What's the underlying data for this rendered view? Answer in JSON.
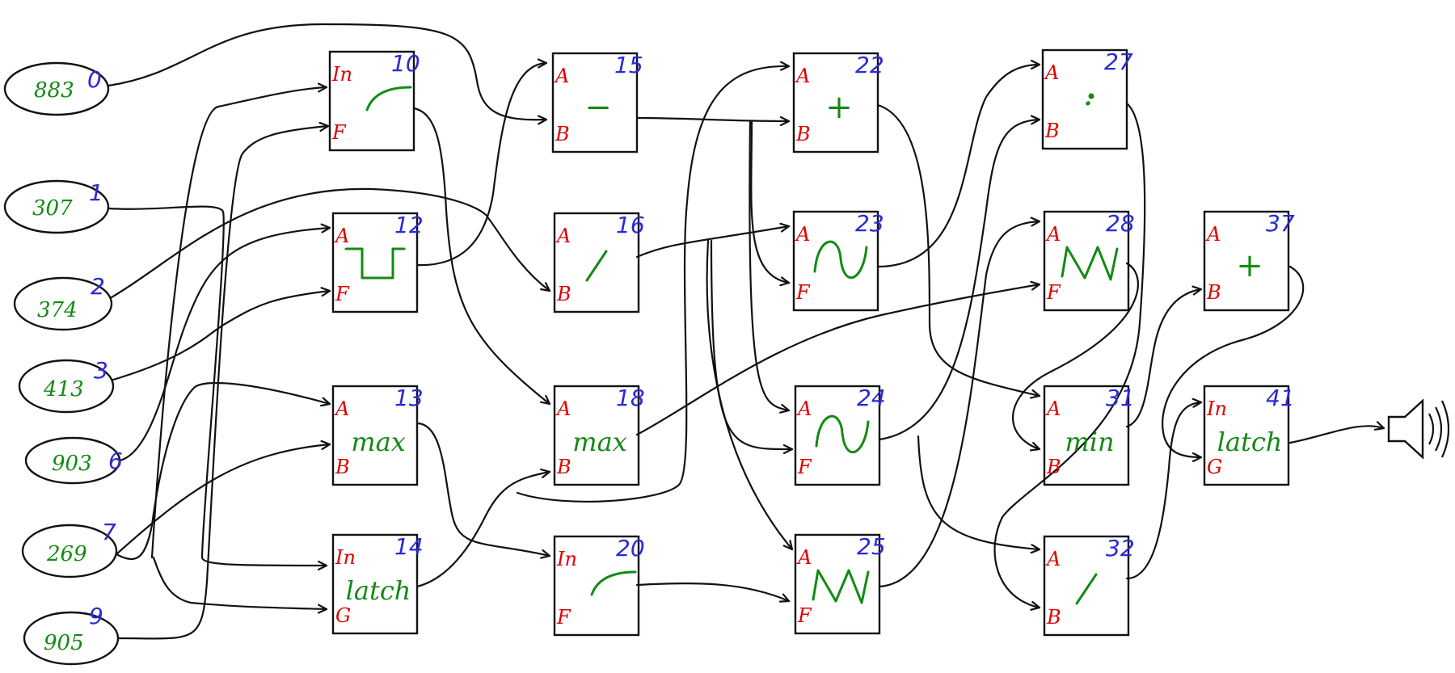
{
  "inputs": [
    {
      "value": "883",
      "id": "0"
    },
    {
      "value": "307",
      "id": "1"
    },
    {
      "value": "374",
      "id": "2"
    },
    {
      "value": "413",
      "id": "3"
    },
    {
      "value": "903",
      "id": "6"
    },
    {
      "value": "269",
      "id": "7"
    },
    {
      "value": "905",
      "id": "9"
    }
  ],
  "nodes": [
    {
      "id": "10",
      "ports": [
        "In",
        "F"
      ],
      "op": "",
      "glyph": "ramp"
    },
    {
      "id": "12",
      "ports": [
        "A",
        "F"
      ],
      "op": "",
      "glyph": "square"
    },
    {
      "id": "13",
      "ports": [
        "A",
        "B"
      ],
      "op": "max",
      "glyph": ""
    },
    {
      "id": "14",
      "ports": [
        "In",
        "G"
      ],
      "op": "latch",
      "glyph": ""
    },
    {
      "id": "15",
      "ports": [
        "A",
        "B"
      ],
      "op": "−",
      "glyph": ""
    },
    {
      "id": "16",
      "ports": [
        "A",
        "B"
      ],
      "op": "",
      "glyph": "slash"
    },
    {
      "id": "18",
      "ports": [
        "A",
        "B"
      ],
      "op": "max",
      "glyph": ""
    },
    {
      "id": "20",
      "ports": [
        "In",
        "F"
      ],
      "op": "",
      "glyph": "ramp"
    },
    {
      "id": "22",
      "ports": [
        "A",
        "B"
      ],
      "op": "+",
      "glyph": ""
    },
    {
      "id": "23",
      "ports": [
        "A",
        "F"
      ],
      "op": "",
      "glyph": "sine"
    },
    {
      "id": "24",
      "ports": [
        "A",
        "F"
      ],
      "op": "",
      "glyph": "sine"
    },
    {
      "id": "25",
      "ports": [
        "A",
        "F"
      ],
      "op": "",
      "glyph": "saw"
    },
    {
      "id": "27",
      "ports": [
        "A",
        "B"
      ],
      "op": "·",
      "glyph": ""
    },
    {
      "id": "28",
      "ports": [
        "A",
        "F"
      ],
      "op": "",
      "glyph": "saw"
    },
    {
      "id": "31",
      "ports": [
        "A",
        "B"
      ],
      "op": "min",
      "glyph": ""
    },
    {
      "id": "32",
      "ports": [
        "A",
        "B"
      ],
      "op": "",
      "glyph": "slash"
    },
    {
      "id": "37",
      "ports": [
        "A",
        "B"
      ],
      "op": "+",
      "glyph": ""
    },
    {
      "id": "41",
      "ports": [
        "In",
        "G"
      ],
      "op": "latch",
      "glyph": ""
    }
  ],
  "output": {
    "icon": "speaker-icon"
  },
  "colors": {
    "port": "#e00000",
    "id": "#2a2ad6",
    "value": "#138a13",
    "line": "#111111"
  }
}
